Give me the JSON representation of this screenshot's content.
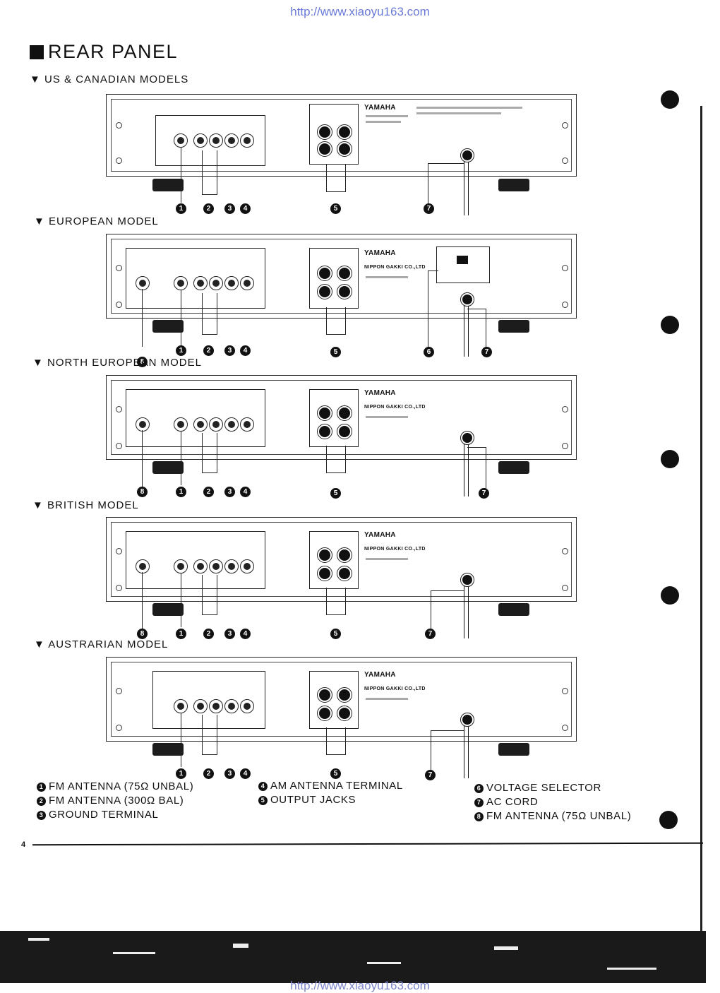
{
  "header_url": "http://www.xiaoyu163.com",
  "footer_url": "http://www.xiaoyu163.com",
  "title": "REAR PANEL",
  "brand": "YAMAHA",
  "maker": "NIPPON GAKKI CO.,LTD",
  "models": [
    {
      "label": "US & CANADIAN MODELS",
      "numbers": [
        "1",
        "2",
        "3",
        "4",
        "5",
        "7"
      ]
    },
    {
      "label": "EUROPEAN MODEL",
      "numbers": [
        "8",
        "1",
        "2",
        "3",
        "4",
        "5",
        "6",
        "7"
      ]
    },
    {
      "label": "NORTH EUROPEAN MODEL",
      "numbers": [
        "8",
        "1",
        "2",
        "3",
        "4",
        "5",
        "7"
      ]
    },
    {
      "label": "BRITISH MODEL",
      "numbers": [
        "8",
        "1",
        "2",
        "3",
        "4",
        "5",
        "7"
      ]
    },
    {
      "label": "AUSTRARIAN MODEL",
      "numbers": [
        "1",
        "2",
        "3",
        "4",
        "5",
        "7"
      ]
    }
  ],
  "legend": [
    {
      "n": "1",
      "text": "FM ANTENNA (75Ω UNBAL)"
    },
    {
      "n": "2",
      "text": "FM ANTENNA (300Ω BAL)"
    },
    {
      "n": "3",
      "text": "GROUND TERMINAL"
    },
    {
      "n": "4",
      "text": "AM ANTENNA TERMINAL"
    },
    {
      "n": "5",
      "text": "OUTPUT JACKS"
    },
    {
      "n": "6",
      "text": "VOLTAGE SELECTOR"
    },
    {
      "n": "7",
      "text": "AC CORD"
    },
    {
      "n": "8",
      "text": "FM ANTENNA (75Ω UNBAL)"
    }
  ],
  "page_number": "4"
}
